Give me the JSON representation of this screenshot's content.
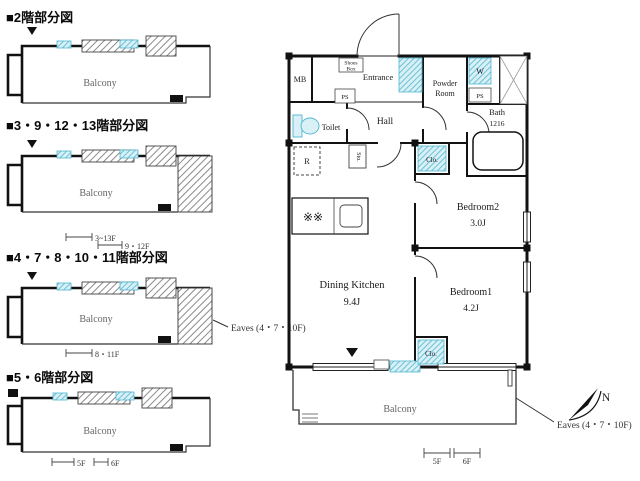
{
  "colors": {
    "wall": "#121212",
    "thin_line": "#222222",
    "cyan_fill": "#d9f0f6",
    "cyan_line": "#4fb6d0",
    "gray_text": "#666666"
  },
  "left_plans": [
    {
      "title": "■2階部分図",
      "balcony": "Balcony",
      "dims": []
    },
    {
      "title": "■3・9・12・13階部分図",
      "balcony": "Balcony",
      "dims": [
        "3~13F",
        "9・12F"
      ]
    },
    {
      "title": "■4・7・8・10・11階部分図",
      "balcony": "Balcony",
      "eaves": "Eaves (4・7・10F)",
      "dims": [
        "8・11F"
      ]
    },
    {
      "title": "■5・6階部分図",
      "balcony": "Balcony",
      "dims": [
        "5F",
        "6F"
      ]
    }
  ],
  "main_plan": {
    "mb": "MB",
    "shoes_box": [
      "Shoes",
      "Box"
    ],
    "entrance": "Entrance",
    "powder_room": [
      "Powder",
      "Room"
    ],
    "washer": "W",
    "ps_left": "PS",
    "ps_right": "PS",
    "toilet": "Toilet",
    "hall": "Hall",
    "bath": [
      "Bath",
      "1216"
    ],
    "fridge": "R",
    "storage": "Sto.",
    "closet_top": "Clo.",
    "bedroom2_name": "Bedroom2",
    "bedroom2_size": "3.0J",
    "bedroom1_name": "Bedroom1",
    "bedroom1_size": "4.2J",
    "dk_name": "Dining Kitchen",
    "dk_size": "9.4J",
    "closet_bottom": "Clo.",
    "stove": "※※",
    "balcony": "Balcony",
    "eaves": "Eaves (4・7・10F)",
    "compass": "N",
    "dims": [
      "5F",
      "6F"
    ]
  }
}
